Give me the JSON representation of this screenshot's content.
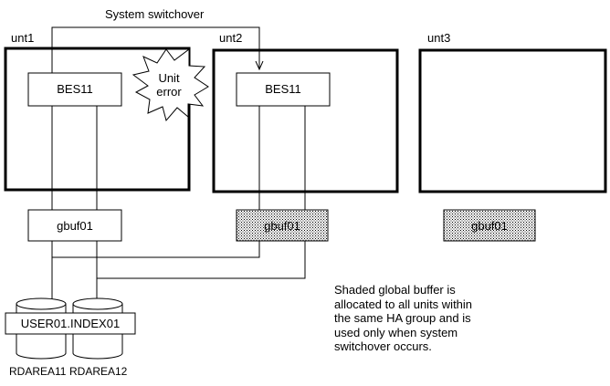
{
  "title": "System switchover",
  "units": [
    {
      "label": "unt1",
      "bes": "BES11",
      "buffer": "gbuf01"
    },
    {
      "label": "unt2",
      "bes": "BES11",
      "buffer": "gbuf01"
    },
    {
      "label": "unt3",
      "buffer": "gbuf01"
    }
  ],
  "error_label": {
    "line1": "Unit",
    "line2": "error"
  },
  "database": {
    "name": "USER01.INDEX01",
    "rdareas": [
      "RDAREA11",
      "RDAREA12"
    ]
  },
  "note": "Shaded global buffer is allocated to all units within the same HA group and is used only when system switchover occurs."
}
